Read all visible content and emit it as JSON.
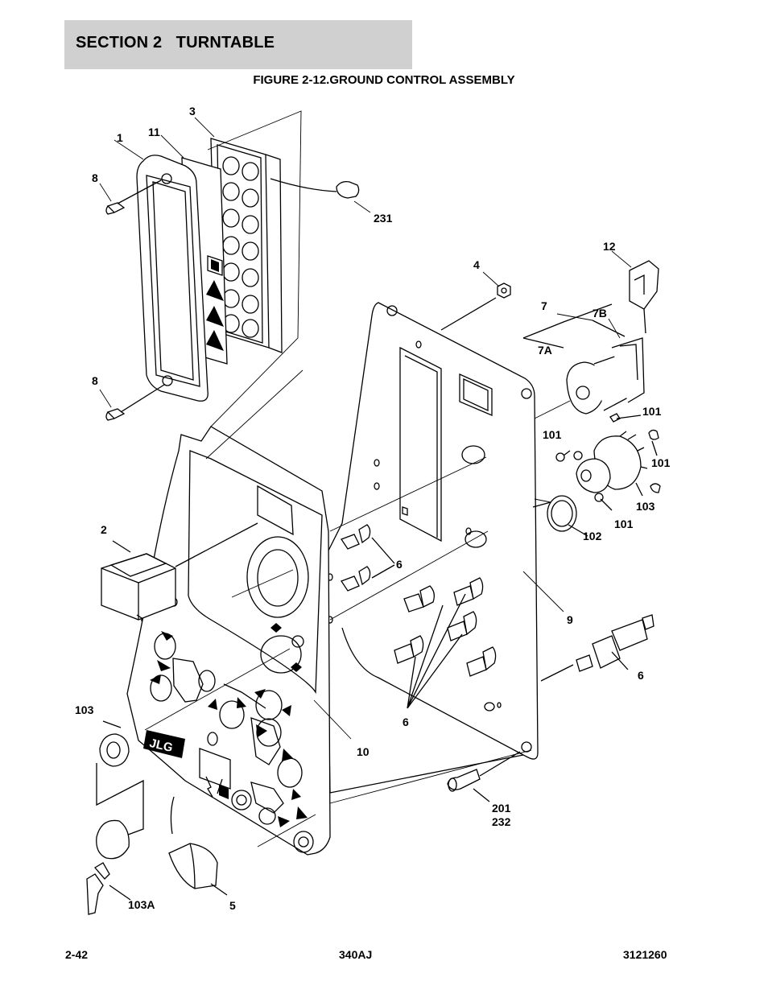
{
  "header": {
    "section_title": "SECTION 2   TURNTABLE",
    "figure_title": "FIGURE 2-12.GROUND CONTROL ASSEMBLY"
  },
  "callouts": {
    "c1": "1",
    "c11": "11",
    "c3": "3",
    "c8a": "8",
    "c8b": "8",
    "c231": "231",
    "c12": "12",
    "c4": "4",
    "c7": "7",
    "c7b": "7B",
    "c7a": "7A",
    "c101a": "101",
    "c101b": "101",
    "c101c": "101",
    "c101d": "101",
    "c103": "103",
    "c102": "102",
    "c2": "2",
    "c6a": "6",
    "c9": "9",
    "c6b": "6",
    "c6c": "6",
    "c103b": "103",
    "c10": "10",
    "c201": "201",
    "c232": "232",
    "c103a": "103A",
    "c5": "5"
  },
  "footer": {
    "page": "2-42",
    "model": "340AJ",
    "doc_number": "3121260"
  }
}
